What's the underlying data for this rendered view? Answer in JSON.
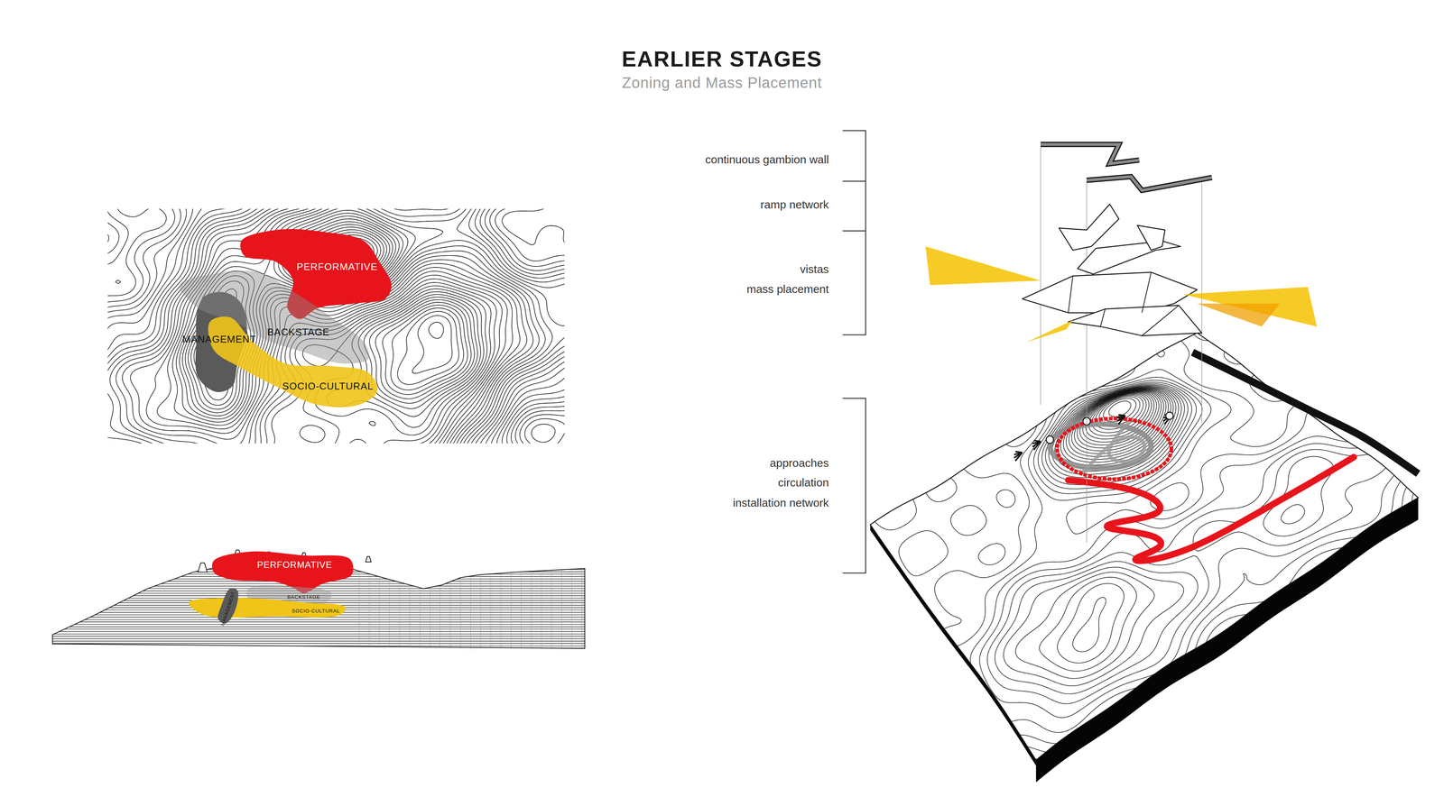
{
  "diagram": {
    "title": "EARLIER STAGES",
    "caption": "Zoning and Mass Placement",
    "nodes": [
      {
        "text": [
          "PERFORMATIVE"
        ]
      },
      {
        "text": [
          "MANAGEMENT"
        ]
      },
      {
        "text": [
          "BACKSTAGE"
        ]
      },
      {
        "text": [
          "SOCIO-CULTURAL"
        ]
      },
      {
        "text": [
          "PERFORMATIVE"
        ]
      },
      {
        "text": [
          "BACKSTAGE"
        ]
      },
      {
        "text": [
          "SOCIO-CULTURAL"
        ]
      },
      {
        "text": [
          "MANAGEMENT"
        ]
      }
    ],
    "labels": [
      "continuous gambion wall",
      "ramp network",
      "vistas",
      "mass placement",
      "approaches",
      "circulation",
      "installation network"
    ]
  }
}
